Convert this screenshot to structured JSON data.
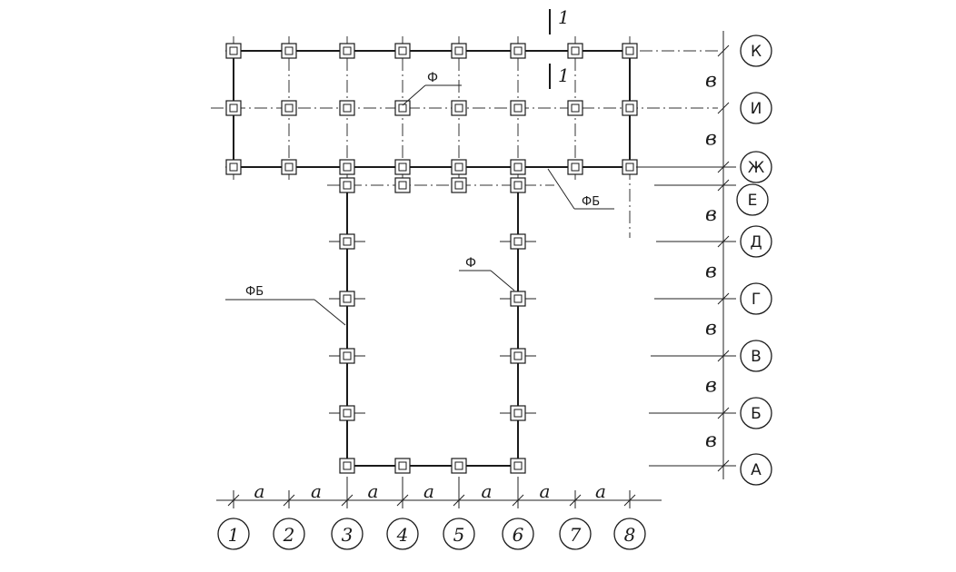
{
  "drawing": {
    "column_axes": [
      "1",
      "2",
      "3",
      "4",
      "5",
      "6",
      "7",
      "8"
    ],
    "row_axes": [
      "К",
      "И",
      "Ж",
      "Е",
      "Д",
      "Г",
      "В",
      "Б",
      "А"
    ],
    "column_spacing_label": "а",
    "row_spacing_label": "в",
    "section_mark": "1",
    "labels": {
      "foundation": "Ф",
      "foundation_beam": "ФБ"
    }
  }
}
